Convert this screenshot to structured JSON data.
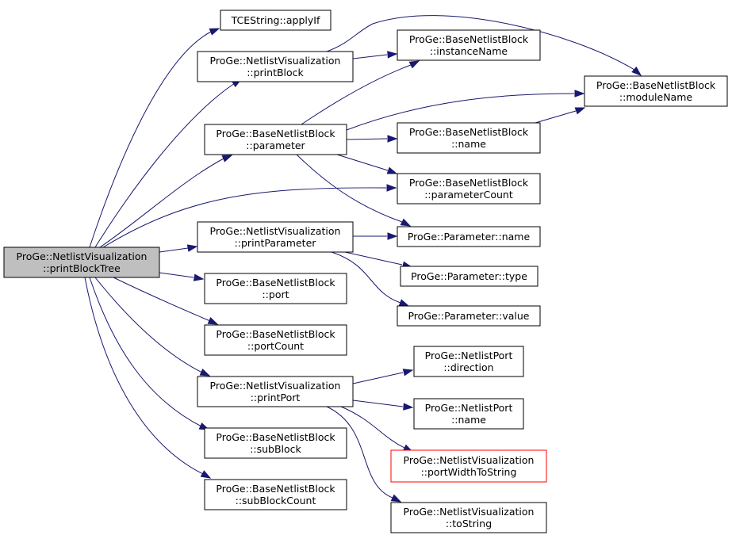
{
  "graph": {
    "edge_color": "#191970",
    "root_fill": "#bfbfbf",
    "missing_border": "#ff0000",
    "nodes": [
      {
        "id": "root",
        "lines": [
          "ProGe::NetlistVisualization",
          "::printBlockTree"
        ],
        "style": "root"
      },
      {
        "id": "apply_if",
        "lines": [
          "TCEString::applyIf"
        ]
      },
      {
        "id": "print_block",
        "lines": [
          "ProGe::NetlistVisualization",
          "::printBlock"
        ]
      },
      {
        "id": "parameter",
        "lines": [
          "ProGe::BaseNetlistBlock",
          "::parameter"
        ]
      },
      {
        "id": "print_parameter",
        "lines": [
          "ProGe::NetlistVisualization",
          "::printParameter"
        ]
      },
      {
        "id": "port",
        "lines": [
          "ProGe::BaseNetlistBlock",
          "::port"
        ]
      },
      {
        "id": "port_count",
        "lines": [
          "ProGe::BaseNetlistBlock",
          "::portCount"
        ]
      },
      {
        "id": "print_port",
        "lines": [
          "ProGe::NetlistVisualization",
          "::printPort"
        ]
      },
      {
        "id": "sub_block",
        "lines": [
          "ProGe::BaseNetlistBlock",
          "::subBlock"
        ]
      },
      {
        "id": "sub_block_count",
        "lines": [
          "ProGe::BaseNetlistBlock",
          "::subBlockCount"
        ]
      },
      {
        "id": "instance_name",
        "lines": [
          "ProGe::BaseNetlistBlock",
          "::instanceName"
        ]
      },
      {
        "id": "module_name",
        "lines": [
          "ProGe::BaseNetlistBlock",
          "::moduleName"
        ]
      },
      {
        "id": "block_name",
        "lines": [
          "ProGe::BaseNetlistBlock",
          "::name"
        ]
      },
      {
        "id": "parameter_count",
        "lines": [
          "ProGe::BaseNetlistBlock",
          "::parameterCount"
        ]
      },
      {
        "id": "param_name",
        "lines": [
          "ProGe::Parameter::name"
        ]
      },
      {
        "id": "param_type",
        "lines": [
          "ProGe::Parameter::type"
        ]
      },
      {
        "id": "param_value",
        "lines": [
          "ProGe::Parameter::value"
        ]
      },
      {
        "id": "port_direction",
        "lines": [
          "ProGe::NetlistPort",
          "::direction"
        ]
      },
      {
        "id": "port_name",
        "lines": [
          "ProGe::NetlistPort",
          "::name"
        ]
      },
      {
        "id": "port_width_to_string",
        "lines": [
          "ProGe::NetlistVisualization",
          "::portWidthToString"
        ],
        "style": "missing"
      },
      {
        "id": "to_string",
        "lines": [
          "ProGe::NetlistVisualization",
          "::toString"
        ]
      }
    ],
    "edges": [
      {
        "from": "root",
        "to": "apply_if"
      },
      {
        "from": "root",
        "to": "print_block"
      },
      {
        "from": "root",
        "to": "parameter"
      },
      {
        "from": "root",
        "to": "parameter_count"
      },
      {
        "from": "root",
        "to": "print_parameter"
      },
      {
        "from": "root",
        "to": "port"
      },
      {
        "from": "root",
        "to": "port_count"
      },
      {
        "from": "root",
        "to": "print_port"
      },
      {
        "from": "root",
        "to": "sub_block"
      },
      {
        "from": "root",
        "to": "sub_block_count"
      },
      {
        "from": "print_block",
        "to": "instance_name"
      },
      {
        "from": "print_block",
        "to": "module_name"
      },
      {
        "from": "parameter",
        "to": "instance_name"
      },
      {
        "from": "parameter",
        "to": "module_name"
      },
      {
        "from": "parameter",
        "to": "block_name"
      },
      {
        "from": "parameter",
        "to": "parameter_count"
      },
      {
        "from": "parameter",
        "to": "param_name"
      },
      {
        "from": "block_name",
        "to": "module_name"
      },
      {
        "from": "print_parameter",
        "to": "param_name"
      },
      {
        "from": "print_parameter",
        "to": "param_type"
      },
      {
        "from": "print_parameter",
        "to": "param_value"
      },
      {
        "from": "print_port",
        "to": "port_direction"
      },
      {
        "from": "print_port",
        "to": "port_name"
      },
      {
        "from": "print_port",
        "to": "port_width_to_string"
      },
      {
        "from": "print_port",
        "to": "to_string"
      }
    ]
  }
}
